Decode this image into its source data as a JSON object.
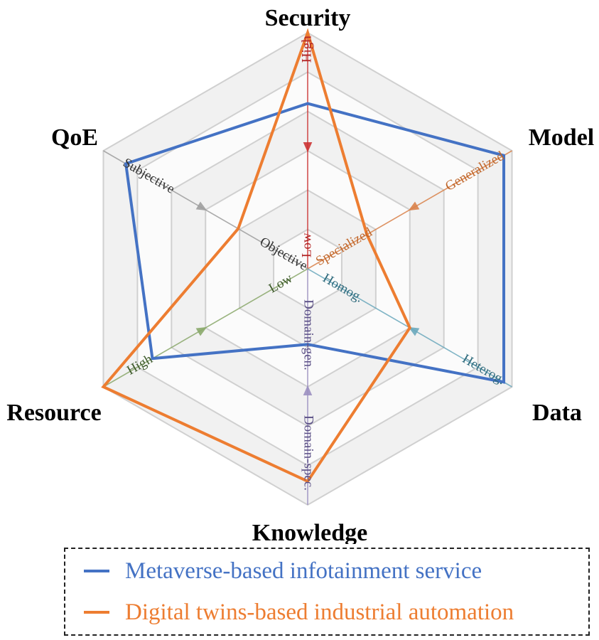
{
  "chart_data": {
    "type": "radar",
    "axes": [
      {
        "name": "Security",
        "low": "Low",
        "high": "High",
        "color": "#cc3333"
      },
      {
        "name": "Model",
        "low": "Specialized",
        "high": "Generalized",
        "color": "#d9824a"
      },
      {
        "name": "Data",
        "low": "Homog.",
        "high": "Heterog.",
        "color": "#6aa8bc"
      },
      {
        "name": "Knowledge",
        "low": "Domain-gen.",
        "high": "Domain-spec.",
        "color": "#9b8fc0"
      },
      {
        "name": "Resource",
        "low": "Low",
        "high": "High",
        "color": "#8aa86a"
      },
      {
        "name": "QoE",
        "low": "Objective",
        "high": "Subjective",
        "color": "#9e9e9e"
      }
    ],
    "rlim": [
      0,
      1
    ],
    "grid_levels": 6,
    "series": [
      {
        "name": "Metaverse-based infotainment service",
        "color": "#4472c4",
        "values": [
          0.7,
          0.96,
          0.96,
          0.32,
          0.76,
          0.89
        ]
      },
      {
        "name": "Digital twins-based industrial automation",
        "color": "#ed7d31",
        "values": [
          1.0,
          0.29,
          0.5,
          0.9,
          1.0,
          0.34
        ]
      }
    ]
  }
}
